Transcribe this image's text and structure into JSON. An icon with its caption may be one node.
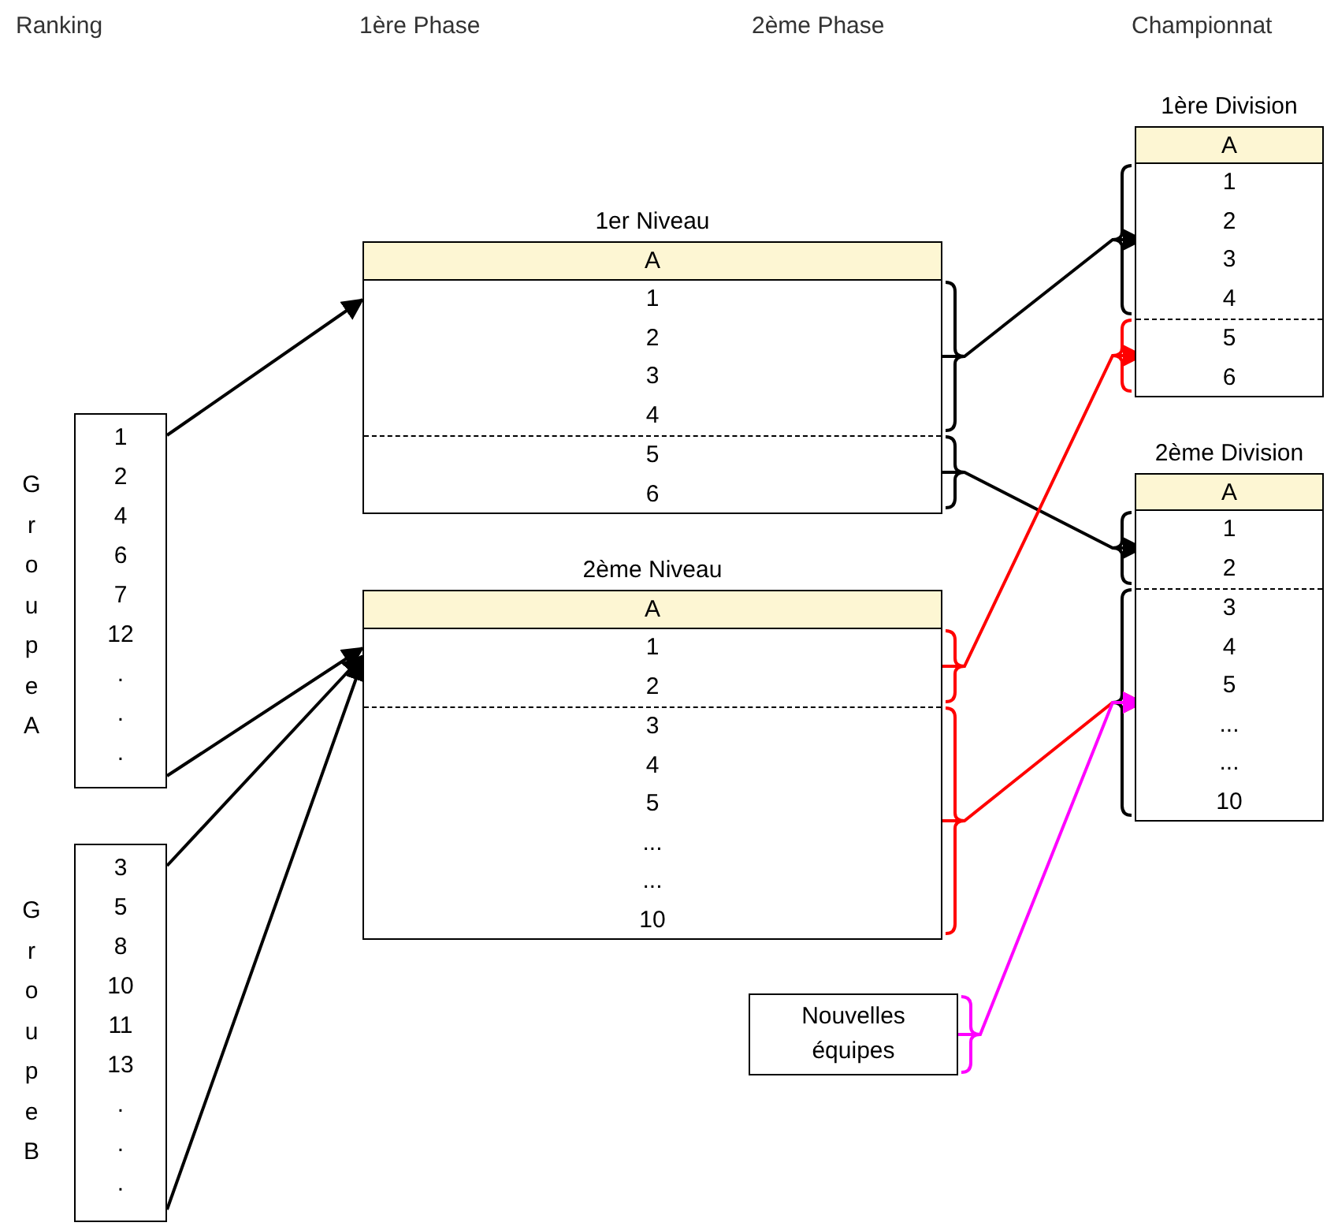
{
  "diagram": {
    "nodes": [
      {
        "text": [
          "1er Niveau",
          "A"
        ]
      },
      {
        "text": [
          "1",
          "2",
          "3",
          "4"
        ],
        "in": 0
      },
      {
        "text": [
          "5",
          "6"
        ],
        "in": 0
      },
      {
        "text": [
          "1ère Division",
          "A"
        ]
      },
      {
        "text": [
          "1",
          "2",
          "3",
          "4"
        ],
        "in": 3
      },
      {
        "text": [
          "5",
          "6"
        ],
        "in": 3
      },
      {
        "text": [
          "2ème Niveau",
          "A"
        ]
      },
      {
        "text": [
          "1",
          "2"
        ],
        "in": 6
      },
      {
        "text": [
          "3",
          "4",
          "5",
          "...",
          "...",
          "10"
        ],
        "in": 6
      },
      {
        "text": [
          "2ème Division",
          "A"
        ]
      },
      {
        "text": [
          "1",
          "2"
        ],
        "in": 9
      },
      {
        "text": [
          "3",
          "4",
          "5",
          "...",
          "...",
          "10"
        ],
        "in": 9
      },
      {
        "text": [
          "1",
          "2",
          "4",
          "6",
          "7",
          "12",
          ".",
          ".",
          "."
        ],
        "beside": [
          "Groupe A"
        ]
      },
      {
        "text": [
          "3",
          "5",
          "8",
          "10",
          "11",
          "13",
          ".",
          ".",
          "."
        ],
        "beside": [
          "Groupe B"
        ]
      },
      {
        "text": [
          "Nouvelles équipes"
        ]
      }
    ],
    "edges": [
      {
        "from": 12,
        "to": 0,
        "arrow": "to"
      },
      {
        "from": 12,
        "to": 6,
        "arrow": "to"
      },
      {
        "from": 13,
        "to": 6,
        "arrow": "to"
      },
      {
        "from": 13,
        "to": 6,
        "arrow": "to"
      },
      {
        "from": 1,
        "to": 4,
        "arrow": "to"
      },
      {
        "from": 2,
        "to": 10,
        "arrow": "to"
      },
      {
        "from": 7,
        "to": 5,
        "arrow": "to",
        "color": "#ff0000"
      },
      {
        "from": 8,
        "to": 11,
        "arrow": "to",
        "color": "#ff0000"
      },
      {
        "from": 14,
        "to": 11,
        "arrow": "to",
        "color": "#ff00ff"
      }
    ],
    "labels": [
      "Ranking",
      "1ère Phase",
      "2ème Phase",
      "Championnat"
    ]
  }
}
